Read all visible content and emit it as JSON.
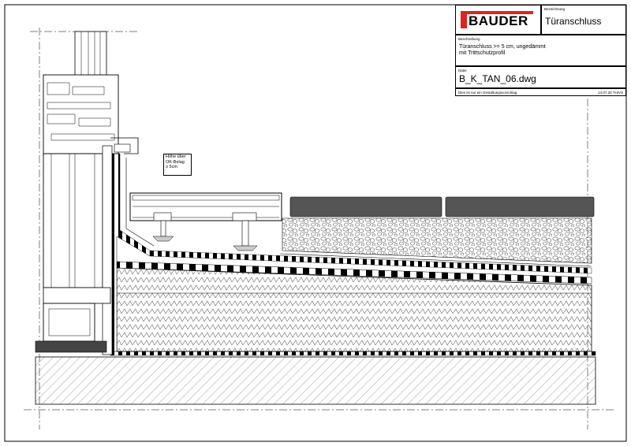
{
  "title_block": {
    "company_logo": "BAUDER",
    "label_bezeichnung_top": "Bezeichnung",
    "title": "Türanschluss",
    "label_beschreibung": "Beschreibung",
    "description_line1": "Türanschluss >= 5 cm, ungedämmt",
    "description_line2": "mit Trittschutzprofil",
    "label_datei": "Datei",
    "filename": "B_K_TAN_06.dwg",
    "footer_left": "Dies ist nur ein Gestaltungsvorschlag",
    "footer_right": "14.07.20 TH/VS"
  },
  "annotation": {
    "line1": "Höhe über",
    "line2": "OK-Belag",
    "line3": "≥ 5cm"
  },
  "colors": {
    "logo_red": "#e2231a",
    "paver_fill": "#555555",
    "ground_fill": "#e6e6e6",
    "line": "#000000"
  }
}
